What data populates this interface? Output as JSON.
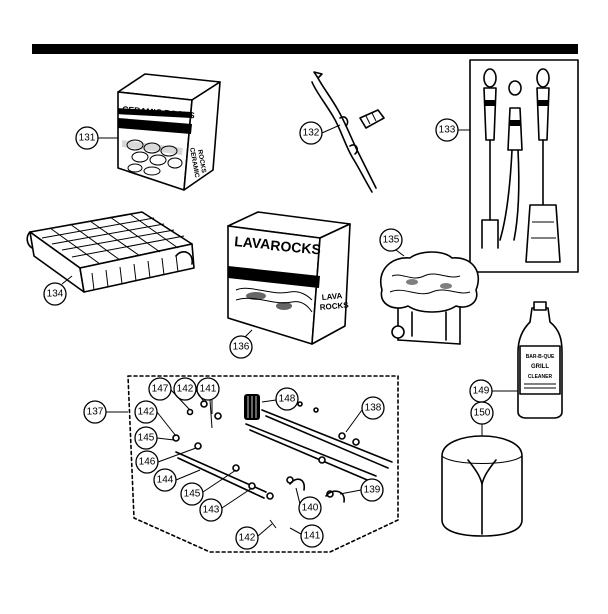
{
  "colors": {
    "ink": "#000000",
    "paper": "#ffffff"
  },
  "parts": [
    {
      "id": "p131",
      "label": "131"
    },
    {
      "id": "p132",
      "label": "132"
    },
    {
      "id": "p133",
      "label": "133"
    },
    {
      "id": "p134",
      "label": "134"
    },
    {
      "id": "p135",
      "label": "135"
    },
    {
      "id": "p136",
      "label": "136"
    },
    {
      "id": "p137",
      "label": "137"
    },
    {
      "id": "p138",
      "label": "138"
    },
    {
      "id": "p139",
      "label": "139"
    },
    {
      "id": "p140",
      "label": "140"
    },
    {
      "id": "p141a",
      "label": "141"
    },
    {
      "id": "p141b",
      "label": "141"
    },
    {
      "id": "p142a",
      "label": "142"
    },
    {
      "id": "p142b",
      "label": "142"
    },
    {
      "id": "p142c",
      "label": "142"
    },
    {
      "id": "p143",
      "label": "143"
    },
    {
      "id": "p144",
      "label": "144"
    },
    {
      "id": "p145a",
      "label": "145"
    },
    {
      "id": "p145b",
      "label": "145"
    },
    {
      "id": "p146",
      "label": "146"
    },
    {
      "id": "p147",
      "label": "147"
    },
    {
      "id": "p148",
      "label": "148"
    },
    {
      "id": "p149",
      "label": "149"
    },
    {
      "id": "p150",
      "label": "150"
    }
  ],
  "box_text": {
    "ceramic_front": "CERAMIC ROCKS",
    "ceramic_side_1": "CERAMIC",
    "ceramic_side_2": "ROCKS",
    "lava_front_1": "LAVA",
    "lava_front_2": "ROCKS",
    "lava_side_1": "LAVA",
    "lava_side_2": "ROCKS"
  },
  "bottle_text": {
    "line1": "BAR-B-QUE",
    "line2": "GRILL",
    "line3": "CLEANER"
  }
}
